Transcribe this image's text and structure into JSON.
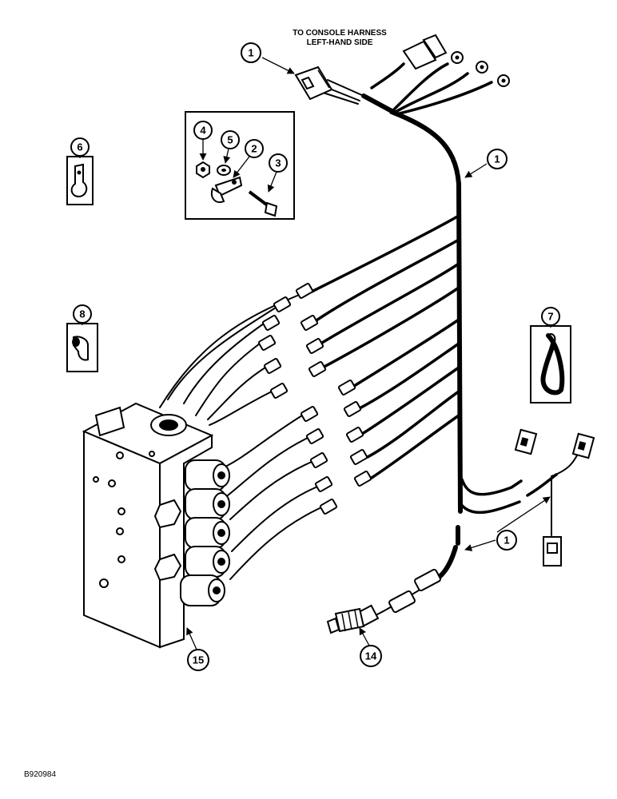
{
  "top_caption": {
    "line1": "TO CONSOLE HARNESS",
    "line2": "LEFT-HAND SIDE"
  },
  "callouts": {
    "harness_top": "1",
    "harness_right": "1",
    "harness_lower": "1",
    "clamp_inset": "2",
    "bolt_inset": "3",
    "nut_inset": "4",
    "washer_inset": "5",
    "clip": "6",
    "strap": "7",
    "boot": "8",
    "sensor": "14",
    "valve": "15"
  },
  "figure_code": "B920984"
}
